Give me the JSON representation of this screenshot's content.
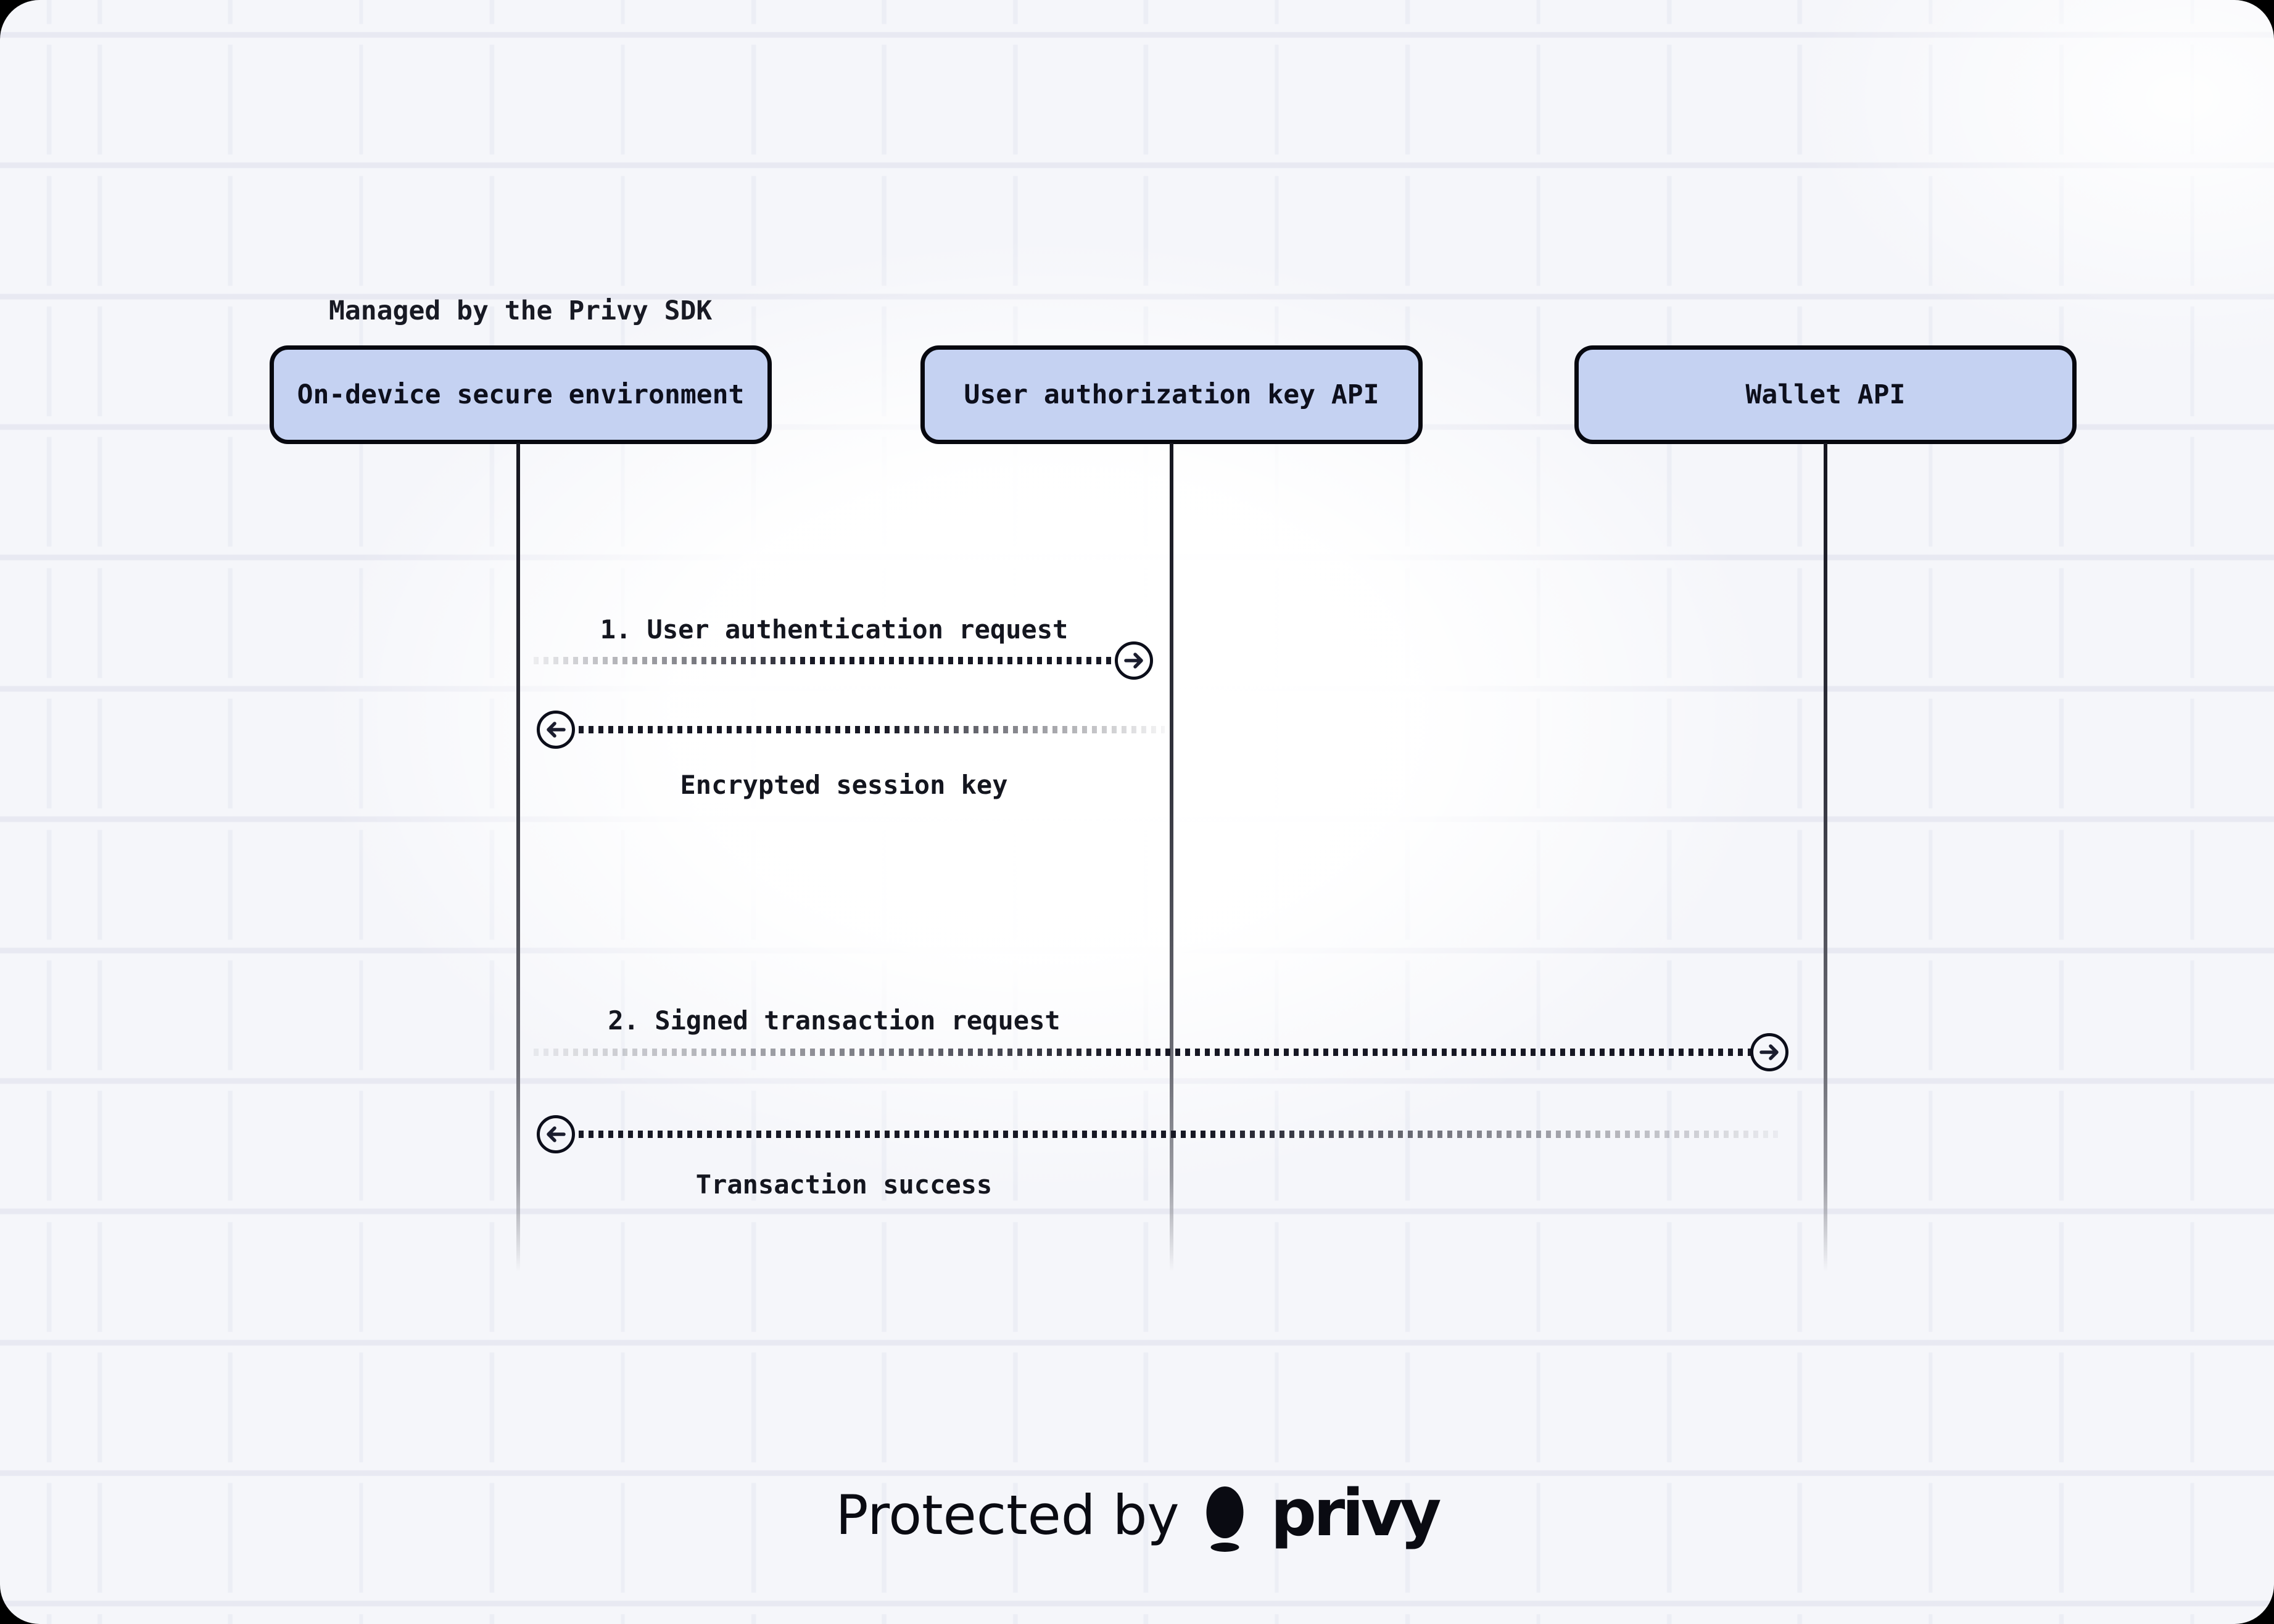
{
  "diagram": {
    "managed_label": "Managed by the Privy SDK",
    "actors": [
      {
        "label": "On-device secure environment"
      },
      {
        "label": "User authorization key API"
      },
      {
        "label": "Wallet API"
      }
    ],
    "messages": [
      {
        "label": "1. User authentication request",
        "direction": "right"
      },
      {
        "label": "Encrypted session key",
        "direction": "left"
      },
      {
        "label": "2. Signed transaction request",
        "direction": "right"
      },
      {
        "label": "Transaction success",
        "direction": "left"
      }
    ]
  },
  "footer": {
    "protected_by_label": "Protected by",
    "brand_name": "privy"
  },
  "colors": {
    "canvas_background": "#f5f6fa",
    "grid_line": "#e8e9f2",
    "actor_fill": "#c5d2f2",
    "actor_border": "#07080f",
    "ink": "#14161f",
    "dash": "#171824",
    "lifeline": "#33343e",
    "outer_corner": "#000000"
  }
}
